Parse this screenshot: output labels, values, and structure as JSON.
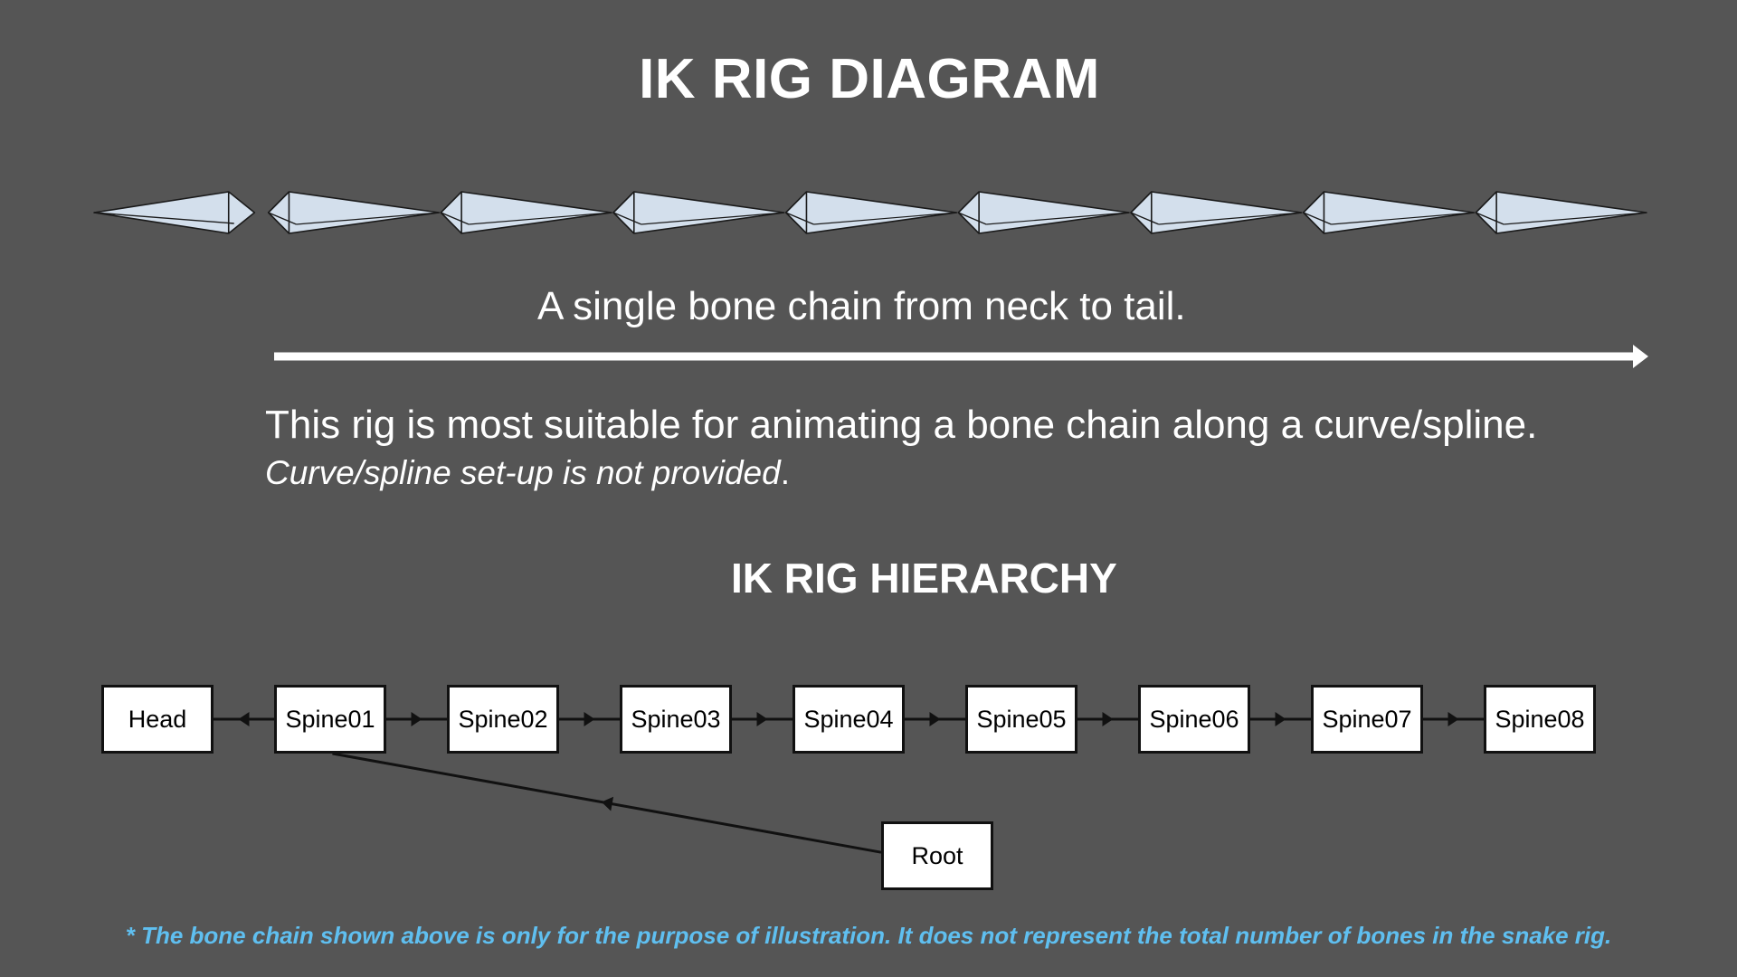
{
  "diagram": {
    "title": "IK RIG DIAGRAM",
    "chain_caption": "A single bone chain from neck to tail.",
    "description": "This rig is most suitable for animating a bone chain along a curve/spline.",
    "note_italic": "Curve/spline set-up is not provided",
    "note_end": ".",
    "bone_count": 9,
    "colors": {
      "background": "#555555",
      "bone_fill": "#d3dfec",
      "bone_stroke": "#1a1a1a",
      "arrow": "#ffffff",
      "footnote": "#5fbff0"
    }
  },
  "hierarchy": {
    "title": "IK RIG HIERARCHY",
    "nodes": {
      "head": "Head",
      "spine01": "Spine01",
      "spine02": "Spine02",
      "spine03": "Spine03",
      "spine04": "Spine04",
      "spine05": "Spine05",
      "spine06": "Spine06",
      "spine07": "Spine07",
      "spine08": "Spine08",
      "root": "Root"
    },
    "edges": [
      [
        "spine01",
        "head"
      ],
      [
        "spine01",
        "spine02"
      ],
      [
        "spine02",
        "spine03"
      ],
      [
        "spine03",
        "spine04"
      ],
      [
        "spine04",
        "spine05"
      ],
      [
        "spine05",
        "spine06"
      ],
      [
        "spine06",
        "spine07"
      ],
      [
        "spine07",
        "spine08"
      ],
      [
        "root",
        "spine01"
      ]
    ]
  },
  "footnote": "* The bone chain shown above is only for the purpose of illustration. It does not represent the total number of bones in the snake rig."
}
